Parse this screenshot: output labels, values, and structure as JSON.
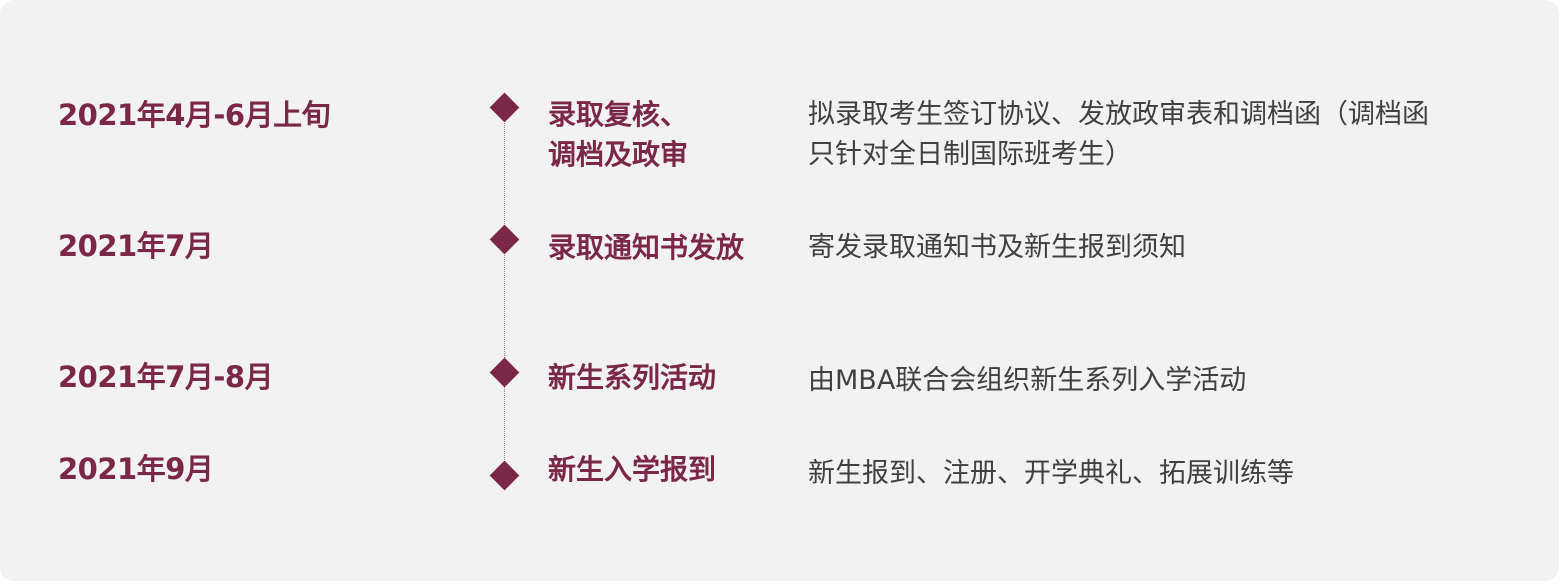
{
  "colors": {
    "accent": "#7b2748",
    "background": "#f2f2f2",
    "text": "#404040"
  },
  "timeline": [
    {
      "date": "2021年4月-6月上旬",
      "stage": [
        "录取复核、",
        "调档及政审"
      ],
      "description": [
        "拟录取考生签订协议、发放政审表和调档函（调档函",
        "只针对全日制国际班考生）"
      ]
    },
    {
      "date": "2021年7月",
      "stage": [
        "录取通知书发放"
      ],
      "description": [
        "寄发录取通知书及新生报到须知"
      ]
    },
    {
      "date": "2021年7月-8月",
      "stage": [
        "新生系列活动"
      ],
      "description": [
        "由MBA联合会组织新生系列入学活动"
      ]
    },
    {
      "date": "2021年9月",
      "stage": [
        "新生入学报到"
      ],
      "description": [
        "新生报到、注册、开学典礼、拓展训练等"
      ]
    }
  ]
}
